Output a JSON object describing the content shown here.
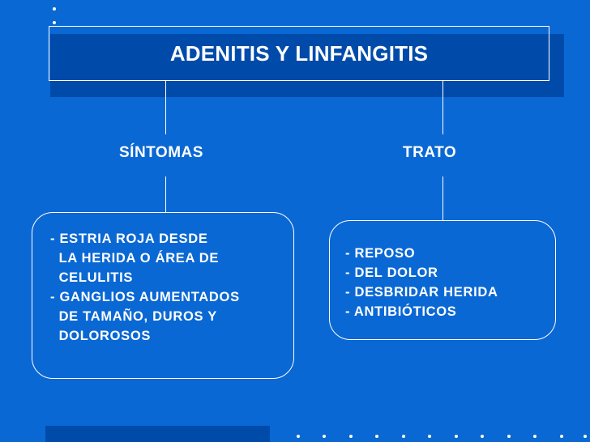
{
  "title": "ADENITIS Y LINFANGITIS",
  "left": {
    "heading": "SÍNTOMAS",
    "items": [
      [
        "- ESTRIA ROJA DESDE",
        "  LA HERIDA O ÁREA DE",
        "  CELULITIS"
      ],
      [
        "- GANGLIOS AUMENTADOS",
        "  DE TAMAÑO, DUROS Y",
        "  DOLOROSOS"
      ]
    ]
  },
  "right": {
    "heading": "TRATO",
    "items": [
      "- REPOSO",
      "- DEL DOLOR",
      "- DESBRIDAR HERIDA",
      "- ANTIBIÓTICOS"
    ]
  },
  "colors": {
    "background": "#0A68D4",
    "accent_dark": "#004BAA",
    "text": "#FFFFFF"
  }
}
